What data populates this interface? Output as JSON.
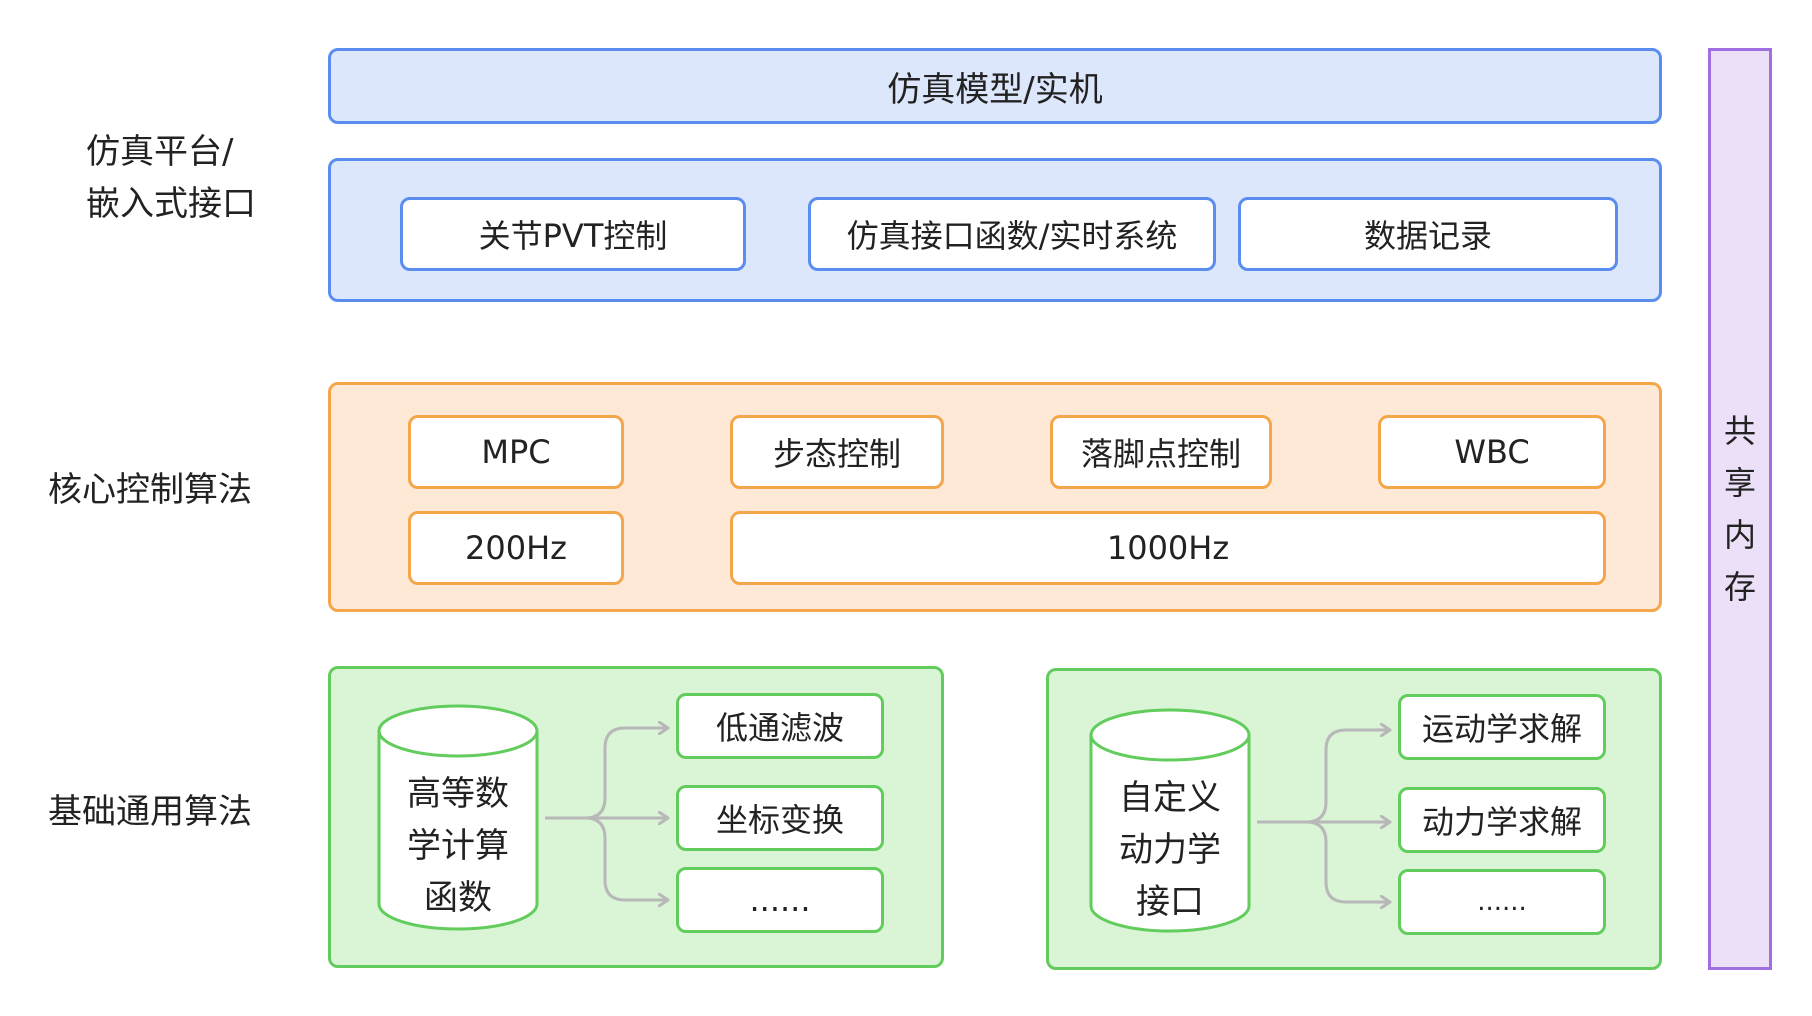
{
  "layers": {
    "platform_label_line1": "仿真平台/",
    "platform_label_line2": "嵌入式接口",
    "core_label": "核心控制算法",
    "base_label": "基础通用算法"
  },
  "platform": {
    "top_bar": "仿真模型/实机",
    "boxes": [
      "关节PVT控制",
      "仿真接口函数/实时系统",
      "数据记录"
    ]
  },
  "core": {
    "algorithms": [
      "MPC",
      "步态控制",
      "落脚点控制",
      "WBC"
    ],
    "freq_mpc": "200Hz",
    "freq_others": "1000Hz"
  },
  "base_left": {
    "cylinder_lines": [
      "高等数",
      "学计算",
      "函数"
    ],
    "outputs": [
      "低通滤波",
      "坐标变换",
      "......"
    ]
  },
  "base_right": {
    "cylinder_lines": [
      "自定义",
      "动力学",
      "接口"
    ],
    "outputs": [
      "运动学求解",
      "动力学求解",
      "......"
    ]
  },
  "shared_memory": {
    "chars": [
      "共",
      "享",
      "内",
      "存"
    ]
  },
  "colors": {
    "blue_border": "#5b8def",
    "blue_fill": "#dde7fb",
    "orange_border": "#f5a54a",
    "orange_fill": "#fde9d6",
    "green_border": "#62cc5c",
    "green_fill": "#d9f5d6",
    "purple_border": "#a070e0",
    "purple_fill": "#ebe0f8",
    "arrow": "#b8b8b8"
  }
}
